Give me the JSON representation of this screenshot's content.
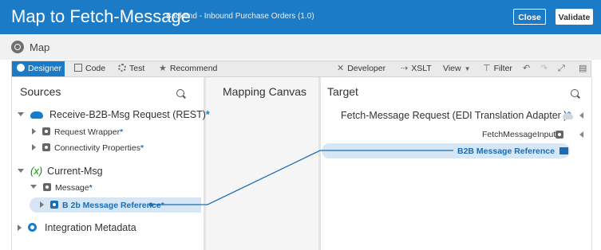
{
  "header": {
    "title": "Map to Fetch-Message",
    "subtitle": "Backend - Inbound Purchase Orders (1.0)",
    "close_label": "Close",
    "validate_label": "Validate"
  },
  "subheader": {
    "label": "Map"
  },
  "toolbar": {
    "designer": "Designer",
    "code": "Code",
    "test": "Test",
    "recommend": "Recommend",
    "developer": "Developer",
    "xslt": "XSLT",
    "view": "View",
    "filter": "Filter"
  },
  "sources": {
    "title": "Sources",
    "items": [
      {
        "label": "Receive-B2B-Msg Request (REST)",
        "required": "*"
      },
      {
        "label": "Request Wrapper",
        "required": "*"
      },
      {
        "label": "Connectivity Properties",
        "required": "*"
      },
      {
        "label": "Current-Msg"
      },
      {
        "label": "Message",
        "required": "*"
      },
      {
        "label": "B 2b Message Reference",
        "required": "*"
      },
      {
        "label": "Integration Metadata"
      }
    ]
  },
  "canvas": {
    "title": "Mapping Canvas"
  },
  "target": {
    "title": "Target",
    "items": [
      {
        "label": "Fetch-Message Request (EDI Translation Adapter )",
        "required": "*"
      },
      {
        "label": "FetchMessageInput",
        "required": "*"
      },
      {
        "label": "B2B Message Reference"
      }
    ]
  },
  "colors": {
    "accent": "#1b7bc7",
    "selection": "#d6e6f5"
  }
}
